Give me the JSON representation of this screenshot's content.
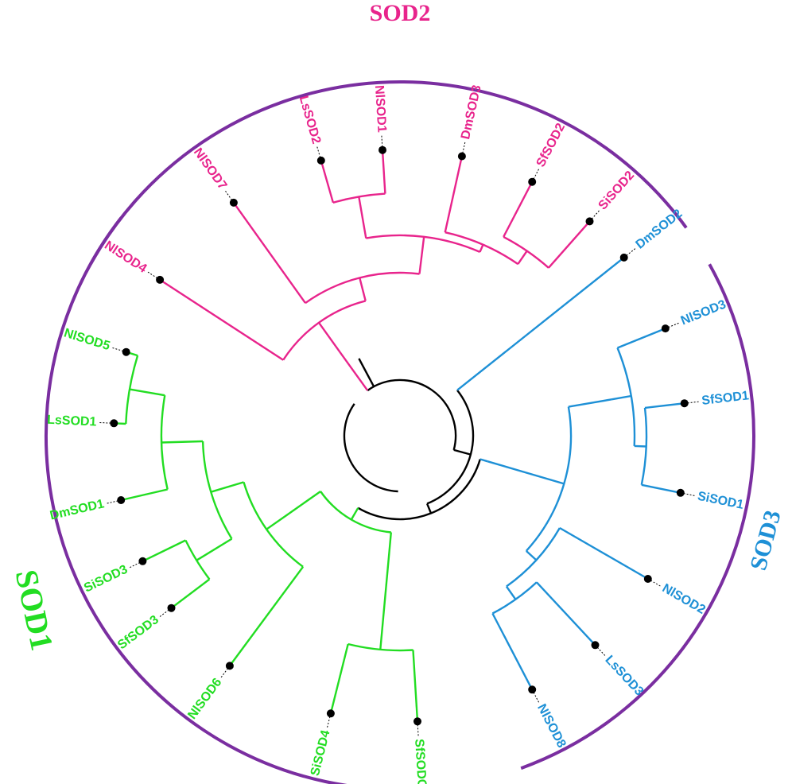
{
  "groups": {
    "sod2": {
      "label": "SOD2",
      "color": "#e8248c"
    },
    "sod3": {
      "label": "SOD3",
      "color": "#1e90d6"
    },
    "sod1": {
      "label": "SOD1",
      "color": "#22dd22"
    }
  },
  "colors": {
    "root": "#000000",
    "bracket": "#7a2ea0",
    "tip": "#000000"
  },
  "leaves": {
    "sod2": [
      "NlSOD4",
      "NlSOD7",
      "LsSOD2",
      "NlSOD1",
      "DmSOD3",
      "SfSOD2",
      "SiSOD2"
    ],
    "sod3": [
      "DmSOD2",
      "NlSOD3",
      "SfSOD1",
      "SiSOD1",
      "NlSOD2",
      "LsSOD3",
      "NlSOD8"
    ],
    "sod1": [
      "NlSOD5",
      "LsSOD1",
      "DmSOD1",
      "SiSOD3",
      "SfSOD3",
      "NlSOD6",
      "SiSOD4",
      "SfSODCC"
    ]
  }
}
